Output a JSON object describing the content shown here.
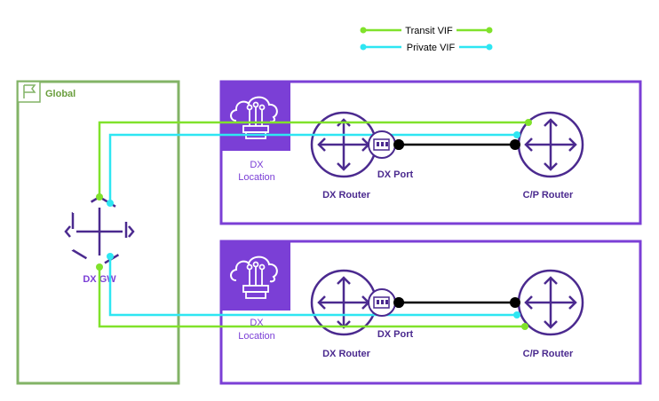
{
  "legend": {
    "transit_label": "Transit VIF",
    "private_label": "Private VIF"
  },
  "global": {
    "label": "Global"
  },
  "dxgw": {
    "label": "DX GW"
  },
  "locations": [
    {
      "location_label_line1": "DX",
      "location_label_line2": "Location",
      "dx_router_label": "DX Router",
      "dx_port_label": "DX Port",
      "cp_router_label": "C/P Router"
    },
    {
      "location_label_line1": "DX",
      "location_label_line2": "Location",
      "dx_router_label": "DX Router",
      "dx_port_label": "DX Port",
      "cp_router_label": "C/P Router"
    }
  ],
  "colors": {
    "transit": "#80e22b",
    "private": "#2ee6f2",
    "purple": "#7b3fd6",
    "global_border": "#82b366",
    "global_text": "#6a9e3d",
    "icon_bg": "#7b3fd6",
    "link": "#000000"
  }
}
